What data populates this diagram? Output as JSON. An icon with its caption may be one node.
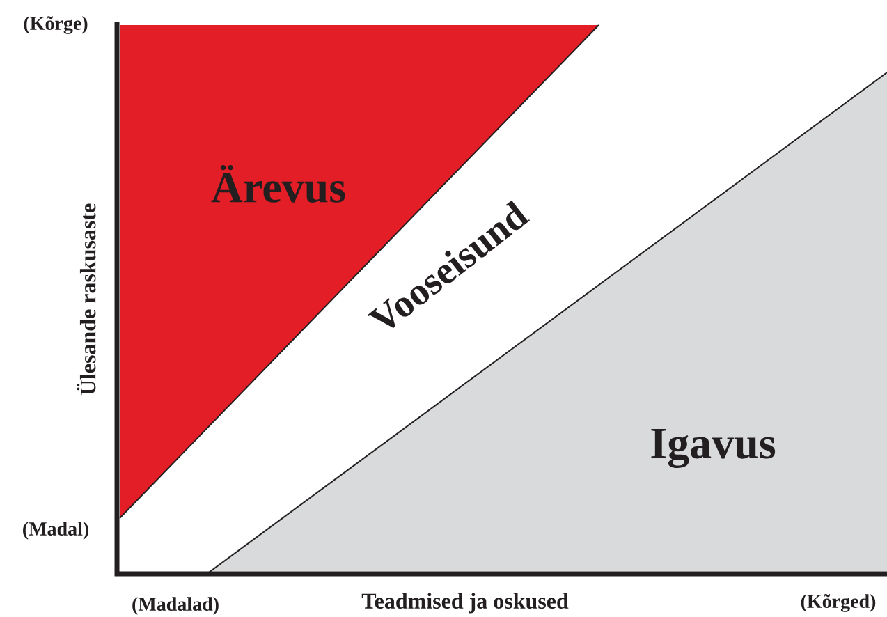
{
  "diagram": {
    "nodes": [
      {
        "text": [
          "Ärevus"
        ]
      },
      {
        "text": [
          "Vooseisund"
        ]
      },
      {
        "text": [
          "Igavus"
        ]
      }
    ],
    "labels": [
      "(Kõrge)",
      "Ülesande raskusaste",
      "(Madal)",
      "(Madalad)",
      "Teadmised ja oskused",
      "(Kõrged)"
    ]
  }
}
